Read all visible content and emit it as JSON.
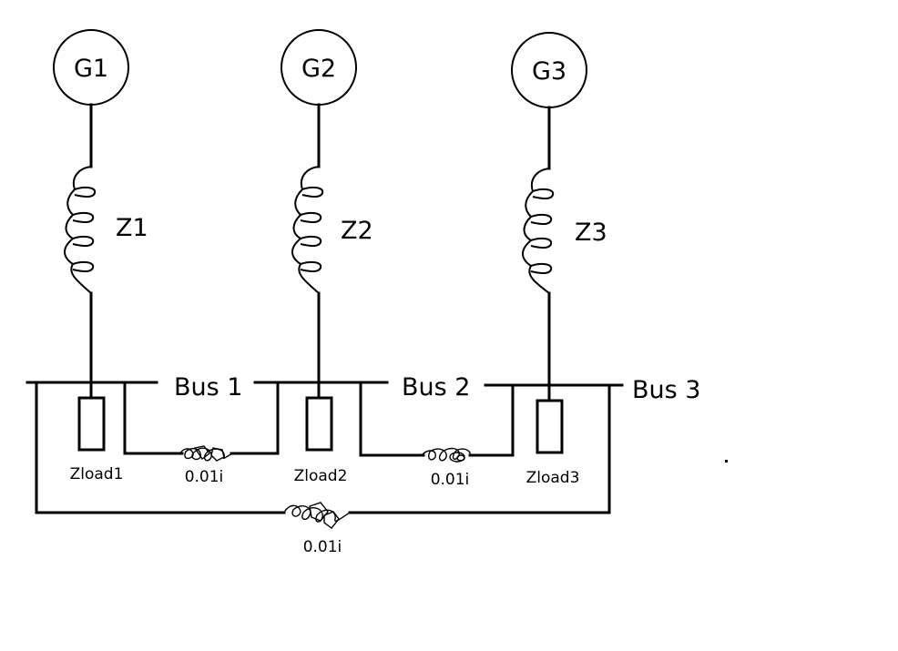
{
  "generators": [
    {
      "label": "G1"
    },
    {
      "label": "G2"
    },
    {
      "label": "G3"
    }
  ],
  "impedances": [
    {
      "label": "Z1"
    },
    {
      "label": "Z2"
    },
    {
      "label": "Z3"
    }
  ],
  "buses": [
    {
      "label": "Bus 1"
    },
    {
      "label": "Bus 2"
    },
    {
      "label": "Bus 3"
    }
  ],
  "loads": [
    {
      "label": "Zload1"
    },
    {
      "label": "Zload2"
    },
    {
      "label": "Zload3"
    }
  ],
  "lines": [
    {
      "from": "Bus 1",
      "to": "Bus 2",
      "impedance": "0.01i"
    },
    {
      "from": "Bus 2",
      "to": "Bus 3",
      "impedance": "0.01i"
    },
    {
      "from": "Bus 1",
      "to": "Bus 3",
      "impedance": "0.01i"
    }
  ]
}
